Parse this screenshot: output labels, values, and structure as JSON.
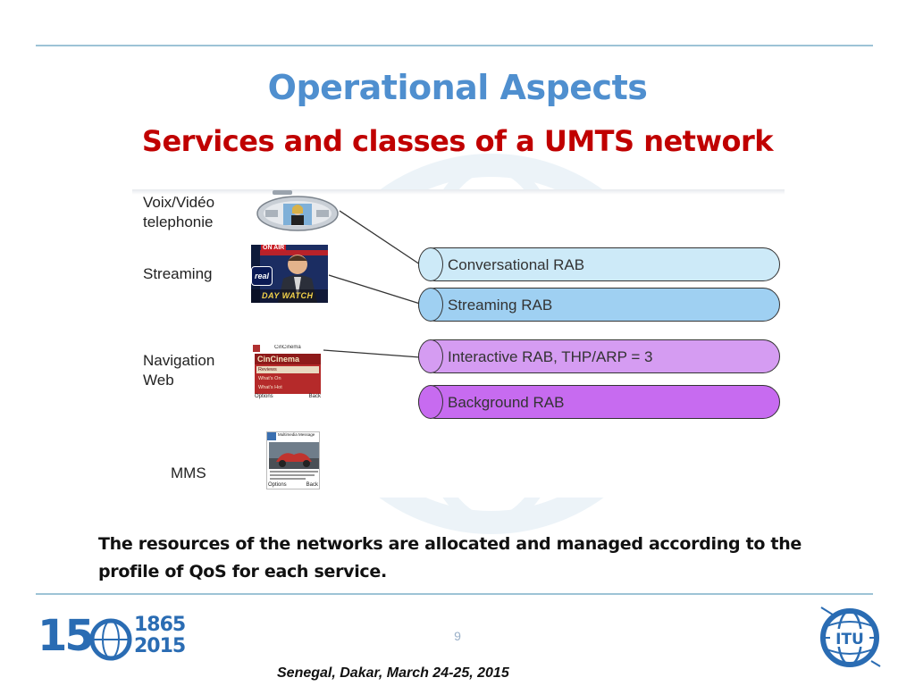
{
  "slide": {
    "title": "Operational Aspects",
    "subtitle": "Services and classes of a UMTS network",
    "footnote_line1": "The resources of the networks are allocated and managed according to the",
    "footnote_line2": "profile of QoS for each service.",
    "page_number": "9",
    "footer": "Senegal, Dakar, March 24-25, 2015"
  },
  "services": [
    {
      "line1": "Voix/Vidéo",
      "line2": "telephonie"
    },
    {
      "line1": "Streaming",
      "line2": ""
    },
    {
      "line1": "Navigation",
      "line2": "Web"
    },
    {
      "line1": "MMS",
      "line2": ""
    }
  ],
  "rabs": [
    {
      "label": "Conversational RAB",
      "color": "#cdeaf8"
    },
    {
      "label": "Streaming RAB",
      "color": "#9fd0f2"
    },
    {
      "label": "Interactive RAB, THP/ARP = 3",
      "color": "#d59cf2"
    },
    {
      "label": "Background RAB",
      "color": "#c76bf0"
    }
  ],
  "thumbnails": {
    "streaming_onair": "ON AIR",
    "streaming_real": "real",
    "streaming_daywatch": "DAY WATCH",
    "nav_brand_small": "CinCinema",
    "nav_brand": "CinCinema",
    "nav_item1": "Reviews",
    "nav_item2": "What's On",
    "nav_item3": "What's Hot",
    "nav_options": "Options",
    "nav_back": "Back",
    "mms_title": "Multimedia Message",
    "mms_options": "Options",
    "mms_back": "Back"
  },
  "logos": {
    "anniversary_number": "15",
    "anniversary_years_top": "1865",
    "anniversary_years_bottom": "2015",
    "itu": "ITU"
  }
}
